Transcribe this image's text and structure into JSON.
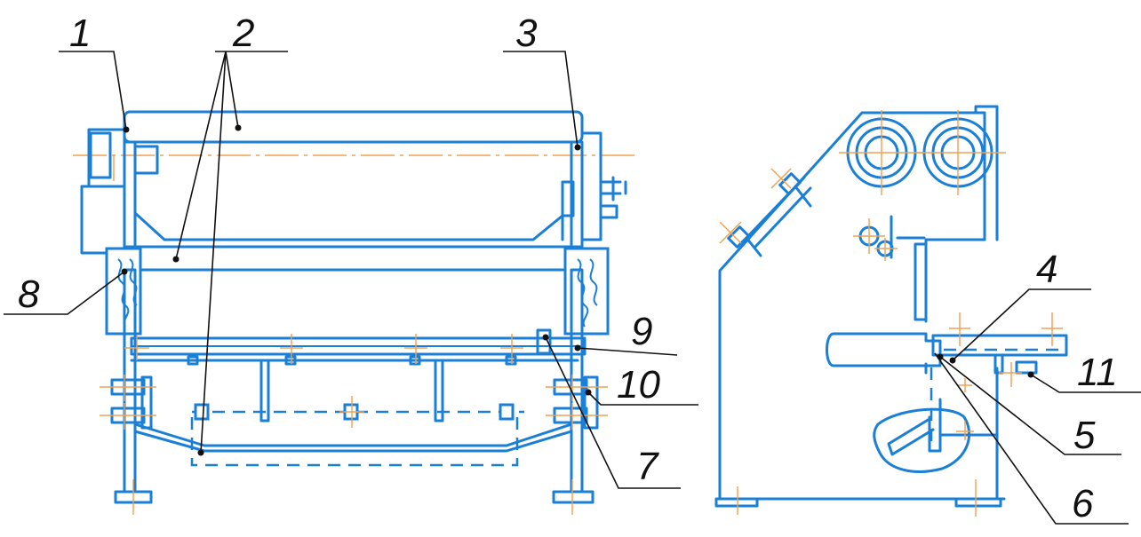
{
  "callouts": [
    {
      "id": "1",
      "text": "1"
    },
    {
      "id": "2",
      "text": "2"
    },
    {
      "id": "3",
      "text": "3"
    },
    {
      "id": "4",
      "text": "4"
    },
    {
      "id": "5",
      "text": "5"
    },
    {
      "id": "6",
      "text": "6"
    },
    {
      "id": "7",
      "text": "7"
    },
    {
      "id": "8",
      "text": "8"
    },
    {
      "id": "9",
      "text": "9"
    },
    {
      "id": "10",
      "text": "10"
    },
    {
      "id": "11",
      "text": "11"
    }
  ],
  "colors": {
    "drawing": "#1a7fd6",
    "centerline": "#f0a050",
    "leader": "#111111"
  }
}
